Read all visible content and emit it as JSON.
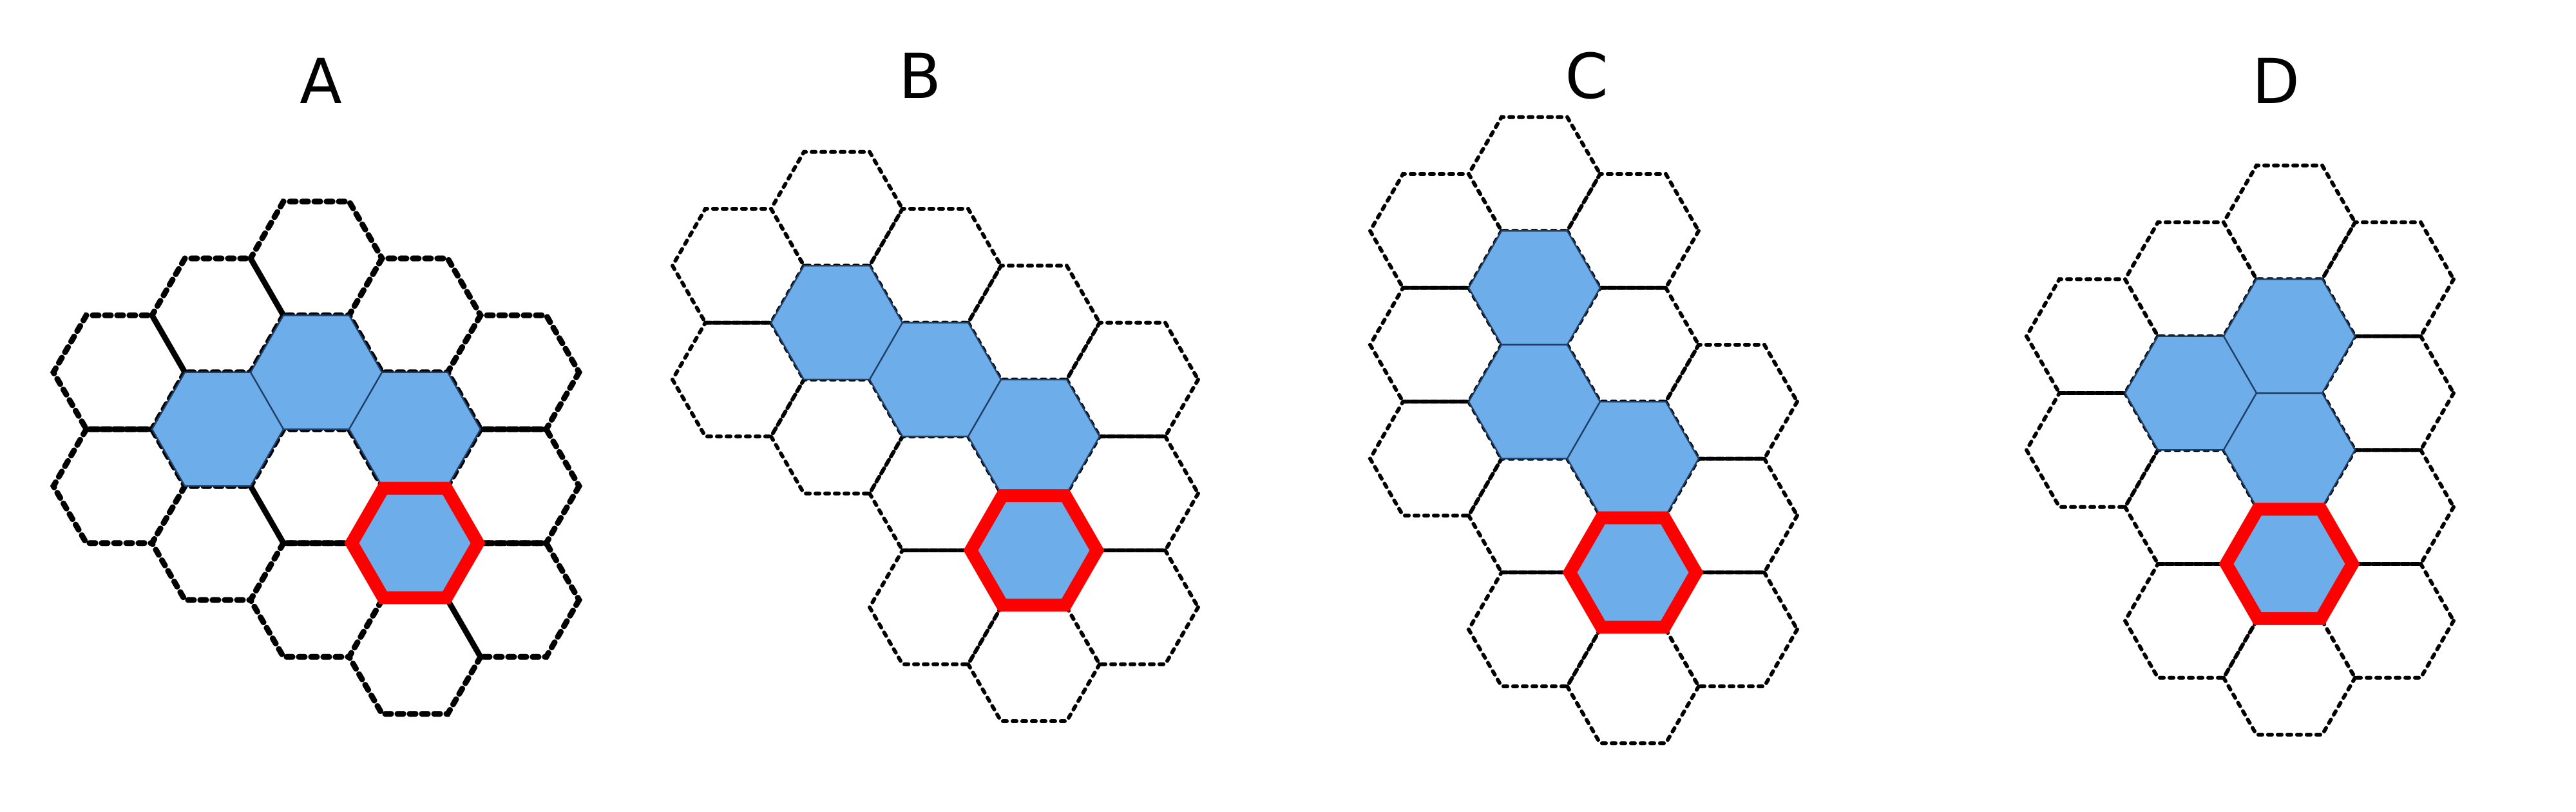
{
  "colors": {
    "filled": "#6daeea",
    "highlight": "#ff0000",
    "outline": "#000000",
    "background": "#ffffff"
  },
  "panels": [
    {
      "label": "A",
      "bold_outline": true,
      "cells": [
        {
          "col": 2,
          "row": 0,
          "state": "empty"
        },
        {
          "col": 1,
          "row": 0.5,
          "state": "empty"
        },
        {
          "col": 3,
          "row": 0.5,
          "state": "empty"
        },
        {
          "col": 0,
          "row": 1,
          "state": "empty"
        },
        {
          "col": 2,
          "row": 1,
          "state": "filled"
        },
        {
          "col": 4,
          "row": 1,
          "state": "empty"
        },
        {
          "col": 1,
          "row": 1.5,
          "state": "filled"
        },
        {
          "col": 3,
          "row": 1.5,
          "state": "filled"
        },
        {
          "col": 0,
          "row": 2,
          "state": "empty"
        },
        {
          "col": 2,
          "row": 2,
          "state": "empty"
        },
        {
          "col": 4,
          "row": 2,
          "state": "empty"
        },
        {
          "col": 1,
          "row": 2.5,
          "state": "empty"
        },
        {
          "col": 3,
          "row": 2.5,
          "state": "highlight"
        },
        {
          "col": 2,
          "row": 3,
          "state": "empty"
        },
        {
          "col": 4,
          "row": 3,
          "state": "empty"
        },
        {
          "col": 3,
          "row": 3.5,
          "state": "empty"
        }
      ]
    },
    {
      "label": "B",
      "bold_outline": false,
      "cells": [
        {
          "col": 1,
          "row": 0,
          "state": "empty"
        },
        {
          "col": 0,
          "row": 0.5,
          "state": "empty"
        },
        {
          "col": 2,
          "row": 0.5,
          "state": "empty"
        },
        {
          "col": 1,
          "row": 1,
          "state": "filled"
        },
        {
          "col": 3,
          "row": 1,
          "state": "empty"
        },
        {
          "col": 0,
          "row": 1.5,
          "state": "empty"
        },
        {
          "col": 2,
          "row": 1.5,
          "state": "filled"
        },
        {
          "col": 4,
          "row": 1.5,
          "state": "empty"
        },
        {
          "col": 1,
          "row": 2,
          "state": "empty"
        },
        {
          "col": 3,
          "row": 2,
          "state": "filled"
        },
        {
          "col": 2,
          "row": 2.5,
          "state": "empty"
        },
        {
          "col": 4,
          "row": 2.5,
          "state": "empty"
        },
        {
          "col": 3,
          "row": 3,
          "state": "highlight"
        },
        {
          "col": 2,
          "row": 3.5,
          "state": "empty"
        },
        {
          "col": 4,
          "row": 3.5,
          "state": "empty"
        },
        {
          "col": 3,
          "row": 4,
          "state": "empty"
        }
      ]
    },
    {
      "label": "C",
      "bold_outline": false,
      "cells": [
        {
          "col": 1,
          "row": 0,
          "state": "empty"
        },
        {
          "col": 0,
          "row": 0.5,
          "state": "empty"
        },
        {
          "col": 2,
          "row": 0.5,
          "state": "empty"
        },
        {
          "col": 1,
          "row": 1,
          "state": "filled"
        },
        {
          "col": 0,
          "row": 1.5,
          "state": "empty"
        },
        {
          "col": 2,
          "row": 1.5,
          "state": "empty"
        },
        {
          "col": 1,
          "row": 2,
          "state": "filled"
        },
        {
          "col": 3,
          "row": 2,
          "state": "empty"
        },
        {
          "col": 0,
          "row": 2.5,
          "state": "empty"
        },
        {
          "col": 2,
          "row": 2.5,
          "state": "filled"
        },
        {
          "col": 1,
          "row": 3,
          "state": "empty"
        },
        {
          "col": 3,
          "row": 3,
          "state": "empty"
        },
        {
          "col": 2,
          "row": 3.5,
          "state": "highlight"
        },
        {
          "col": 1,
          "row": 4,
          "state": "empty"
        },
        {
          "col": 3,
          "row": 4,
          "state": "empty"
        },
        {
          "col": 2,
          "row": 4.5,
          "state": "empty"
        }
      ]
    },
    {
      "label": "D",
      "bold_outline": false,
      "cells": [
        {
          "col": 2,
          "row": 0,
          "state": "empty"
        },
        {
          "col": 1,
          "row": 0.5,
          "state": "empty"
        },
        {
          "col": 3,
          "row": 0.5,
          "state": "empty"
        },
        {
          "col": 0,
          "row": 1,
          "state": "empty"
        },
        {
          "col": 2,
          "row": 1,
          "state": "filled"
        },
        {
          "col": 1,
          "row": 1.5,
          "state": "filled"
        },
        {
          "col": 3,
          "row": 1.5,
          "state": "empty"
        },
        {
          "col": 0,
          "row": 2,
          "state": "empty"
        },
        {
          "col": 2,
          "row": 2,
          "state": "filled"
        },
        {
          "col": 1,
          "row": 2.5,
          "state": "empty"
        },
        {
          "col": 3,
          "row": 2.5,
          "state": "empty"
        },
        {
          "col": 2,
          "row": 3,
          "state": "highlight"
        },
        {
          "col": 1,
          "row": 3.5,
          "state": "empty"
        },
        {
          "col": 3,
          "row": 3.5,
          "state": "empty"
        },
        {
          "col": 2,
          "row": 4,
          "state": "empty"
        }
      ]
    }
  ]
}
